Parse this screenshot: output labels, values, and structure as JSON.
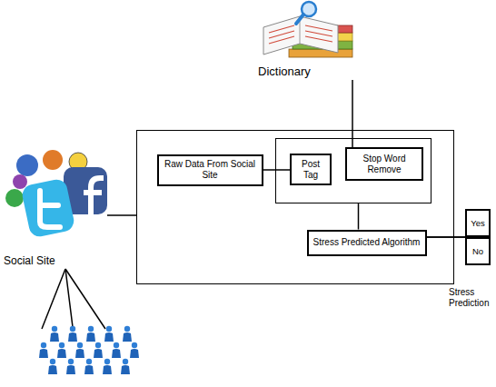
{
  "diagram": {
    "nodes": [
      {
        "text": [
          "Dictionary"
        ]
      },
      {
        "text": [
          "Social Site"
        ]
      },
      {
        "text": []
      },
      {
        "text": [
          "Raw Data From Social Site"
        ],
        "in": 2
      },
      {
        "text": [],
        "in": 2
      },
      {
        "text": [
          "Post Tag"
        ],
        "in": 4
      },
      {
        "text": [
          "Stop Word Remove"
        ],
        "in": 4
      },
      {
        "text": [
          "Stress Predicted Algorithm"
        ],
        "in": 2
      },
      {
        "text": [
          "Yes"
        ]
      },
      {
        "text": [
          "No"
        ]
      }
    ],
    "edges": [
      {
        "from": 1,
        "to": 2,
        "arrow": "none"
      },
      {
        "from": 0,
        "to": 6,
        "arrow": "none"
      },
      {
        "from": 3,
        "to": 5,
        "arrow": "none"
      },
      {
        "from": 4,
        "to": 7,
        "arrow": "none"
      },
      {
        "from": 7,
        "to": 8,
        "arrow": "none"
      },
      {
        "from": 7,
        "to": 9,
        "arrow": "none"
      }
    ],
    "labels": [
      "Stress Prediction"
    ]
  }
}
